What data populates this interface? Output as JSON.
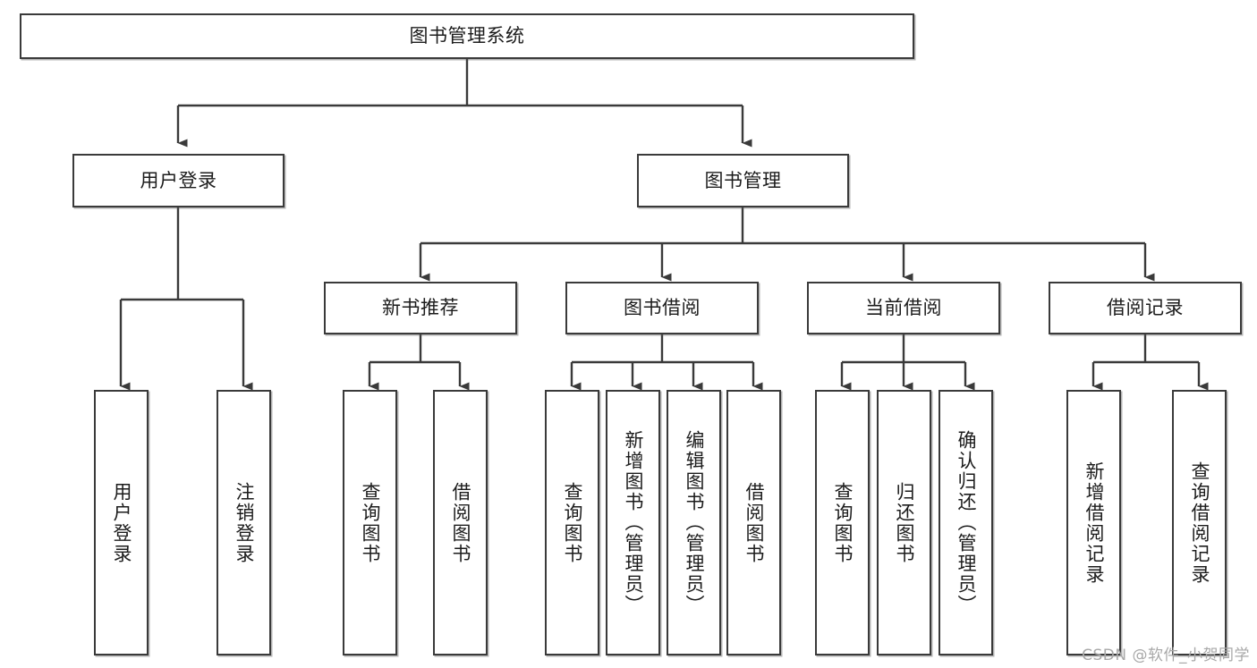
{
  "diagram": {
    "title_node": {
      "label": "图书管理系统"
    },
    "level2": [
      {
        "id": "user-login",
        "label": "用户登录"
      },
      {
        "id": "book-management",
        "label": "图书管理"
      }
    ],
    "level3": [
      {
        "id": "new-book-recommend",
        "label": "新书推荐"
      },
      {
        "id": "book-borrow",
        "label": "图书借阅"
      },
      {
        "id": "current-borrow",
        "label": "当前借阅"
      },
      {
        "id": "borrow-record",
        "label": "借阅记录"
      }
    ],
    "leaves": {
      "user_login": [
        {
          "id": "leaf-user-login",
          "label": "用户登录"
        },
        {
          "id": "leaf-logout-login",
          "label": "注销登录"
        }
      ],
      "new_book_recommend": [
        {
          "id": "leaf-query-book-1",
          "label": "查询图书"
        },
        {
          "id": "leaf-borrow-book-1",
          "label": "借阅图书"
        }
      ],
      "book_borrow": [
        {
          "id": "leaf-query-book-2",
          "label": "查询图书"
        },
        {
          "id": "leaf-add-book",
          "label": "新增图书（管理员）"
        },
        {
          "id": "leaf-edit-book",
          "label": "编辑图书（管理员）"
        },
        {
          "id": "leaf-borrow-book-2",
          "label": "借阅图书"
        }
      ],
      "current_borrow": [
        {
          "id": "leaf-query-book-3",
          "label": "查询图书"
        },
        {
          "id": "leaf-return-book",
          "label": "归还图书"
        },
        {
          "id": "leaf-confirm-return",
          "label": "确认归还（管理员）"
        }
      ],
      "borrow_record": [
        {
          "id": "leaf-add-record",
          "label": "新增借阅记录"
        },
        {
          "id": "leaf-query-record",
          "label": "查询借阅记录"
        }
      ]
    }
  },
  "watermark": {
    "text": "CSDN @软件_小贺同学"
  },
  "colors": {
    "border": "#3a3a3a",
    "background": "#ffffff",
    "text": "#1c1c1c",
    "watermark": "#a8a8a8"
  }
}
